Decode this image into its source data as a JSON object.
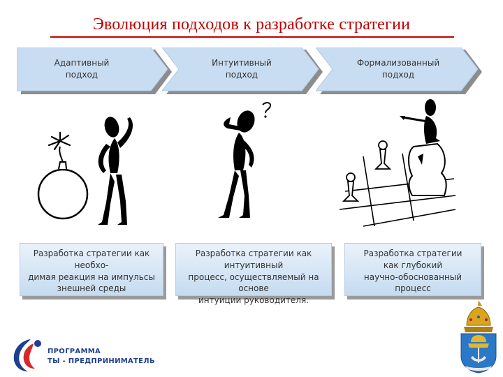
{
  "slide": {
    "title": "Эволюция подходов к разработке стратегии"
  },
  "approaches": [
    {
      "label": "Адаптивный\nподход",
      "description": "Разработка стратегии как необхо-\nдимая реакция на импульсы\nзнешней среды"
    },
    {
      "label": "Интуитивный\nподход",
      "description": "Разработка стратегии как интуитивный\nпроцесс, осуществляемый на основе\nинтуиции руководителя."
    },
    {
      "label": "Формализованный\nподход",
      "description": "Разработка стратегии\nкак глубокий\nнаучно-обоснованный процесс"
    }
  ],
  "logo": {
    "line1": "ПРОГРАММА",
    "line2": "ТЫ - ПРЕДПРИНИМАТЕЛЬ"
  },
  "colors": {
    "title": "#c00000",
    "arrow_fill": "#c9ddf2",
    "box_fill": "#dbe8f6",
    "logo_blue": "#1f3f8f",
    "logo_red": "#d62828"
  },
  "icons": [
    "bomb-icon",
    "thinking-man-icon",
    "chess-player-icon",
    "program-logo-icon",
    "coat-of-arms-icon"
  ]
}
